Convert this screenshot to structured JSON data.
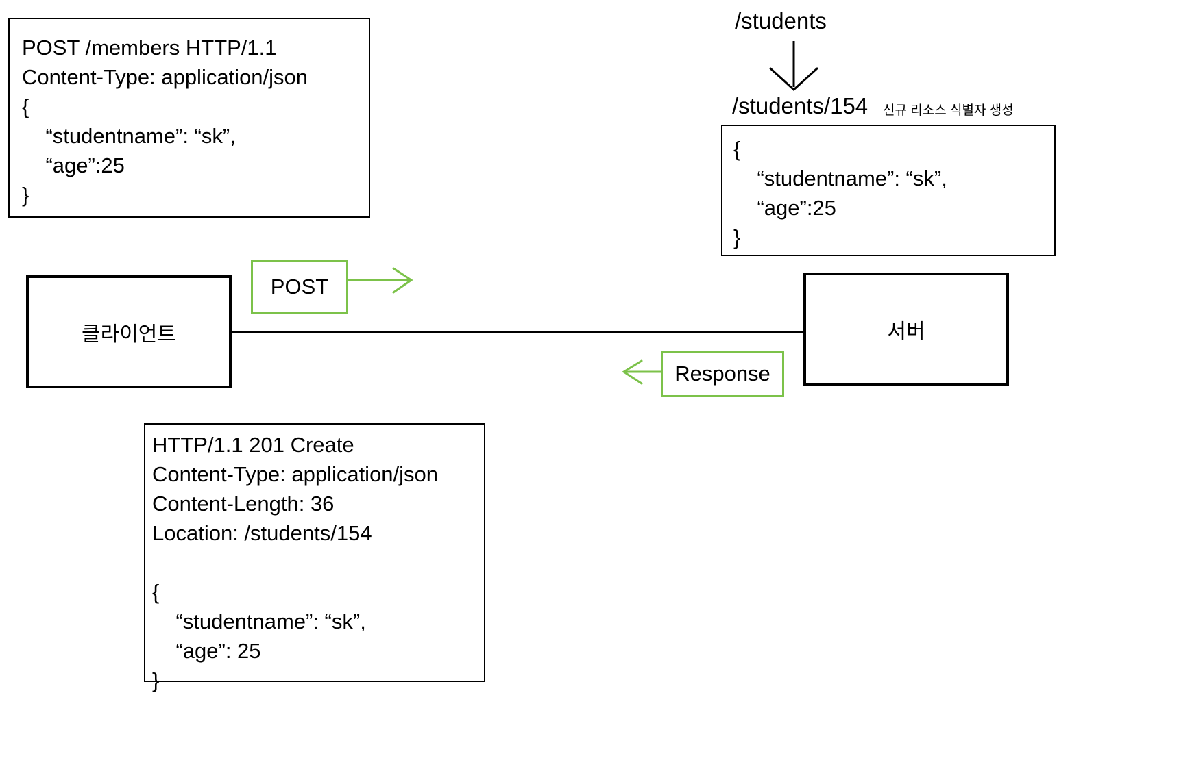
{
  "diagram": {
    "title": "POST request creates new resource",
    "accent_green": "#7cc24a",
    "line_black": "#000000",
    "background": "#ffffff"
  },
  "request_box": {
    "name": "http-request-message",
    "text": "POST /members HTTP/1.1\nContent-Type: application/json\n{\n    “studentname”: “sk”,\n    “age”:25\n}"
  },
  "resource_flow": {
    "collection_uri": "/students",
    "item_uri": "/students/154",
    "annotation": "신규 리소스 식별자 생성",
    "arrow_direction": "down"
  },
  "resource_body_box": {
    "name": "created-resource-body",
    "text": "{\n    “studentname”: “sk”,\n    “age”:25\n}"
  },
  "nodes": {
    "client_label": "클라이언트",
    "server_label": "서버"
  },
  "tags": {
    "request_tag": "POST",
    "response_tag": "Response"
  },
  "response_box": {
    "name": "http-response-message",
    "text": "HTTP/1.1 201 Create\nContent-Type: application/json\nContent-Length: 36\nLocation: /students/154\n\n{\n    “studentname”: “sk”,\n    “age”: 25\n}"
  }
}
